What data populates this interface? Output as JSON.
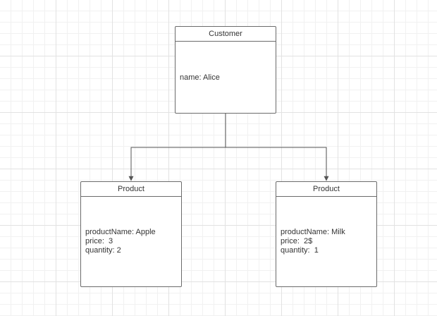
{
  "diagram": {
    "customer": {
      "title": "Customer",
      "attributes": [
        "name: Alice"
      ]
    },
    "products": [
      {
        "title": "Product",
        "attributes": [
          "productName: Apple",
          "price:  3",
          "quantity: 2"
        ]
      },
      {
        "title": "Product",
        "attributes": [
          "productName: Milk",
          "price:  2$",
          "quantity:  1"
        ]
      }
    ],
    "connectors": [
      {
        "from": "Customer",
        "to": "Product (Apple)"
      },
      {
        "from": "Customer",
        "to": "Product (Milk)"
      }
    ]
  },
  "colors": {
    "border": "#6b6b6b",
    "connector": "#555555",
    "text": "#333333",
    "grid_major": "#e2e2e2",
    "grid_minor": "#f1f1f1"
  }
}
